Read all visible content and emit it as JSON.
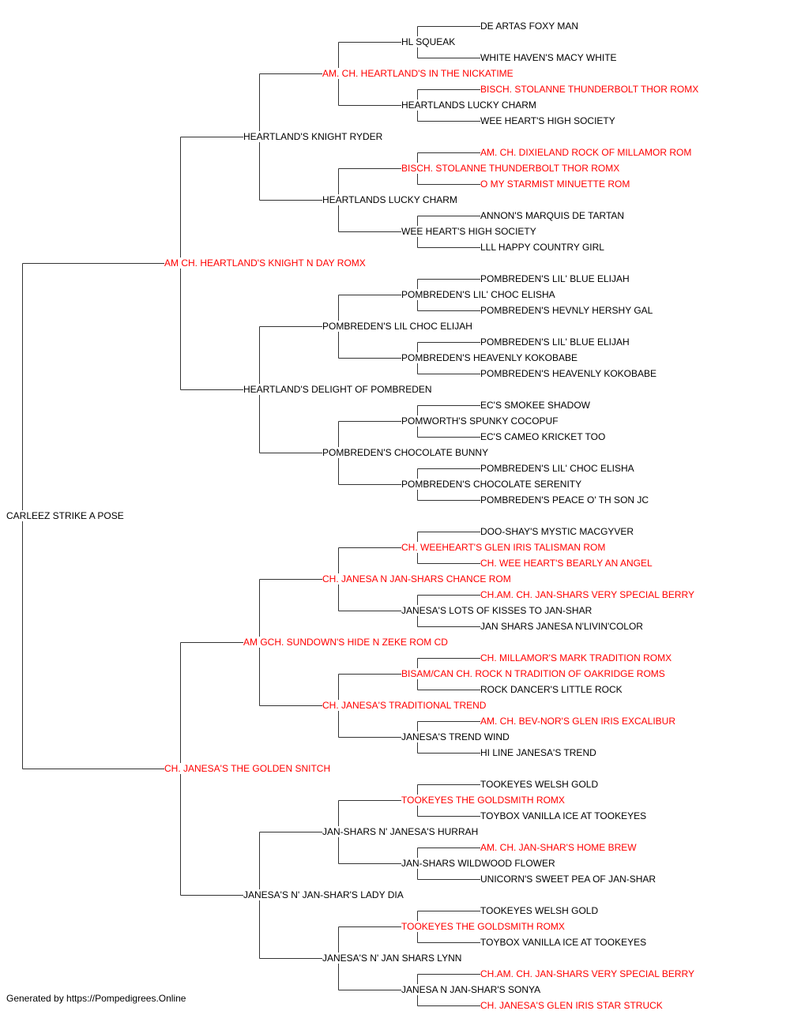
{
  "colors": {
    "titled": "#ff0000",
    "plain": "#000000",
    "line": "#333333"
  },
  "pedigree": {
    "name": "CARLEEZ STRIKE A POSE",
    "titled": false,
    "sire": {
      "name": "AM CH. HEARTLAND'S KNIGHT N DAY ROMX",
      "titled": true,
      "sire": {
        "name": "HEARTLAND'S KNIGHT RYDER",
        "titled": false,
        "sire": {
          "name": "AM. CH. HEARTLAND'S IN THE NICKATIME",
          "titled": true,
          "sire": {
            "name": "HL SQUEAK",
            "titled": false,
            "sire": {
              "name": "DE ARTAS FOXY MAN",
              "titled": false
            },
            "dam": {
              "name": "WHITE HAVEN'S MACY WHITE",
              "titled": false
            }
          },
          "dam": {
            "name": "HEARTLANDS LUCKY CHARM",
            "titled": false,
            "sire": {
              "name": "BISCH. STOLANNE THUNDERBOLT THOR ROMX",
              "titled": true
            },
            "dam": {
              "name": "WEE HEART'S HIGH SOCIETY",
              "titled": false
            }
          }
        },
        "dam": {
          "name": "HEARTLANDS LUCKY CHARM",
          "titled": false,
          "sire": {
            "name": "BISCH. STOLANNE THUNDERBOLT THOR ROMX",
            "titled": true,
            "sire": {
              "name": "AM. CH. DIXIELAND ROCK OF MILLAMOR ROM",
              "titled": true
            },
            "dam": {
              "name": "O MY STARMIST MINUETTE ROM",
              "titled": true
            }
          },
          "dam": {
            "name": "WEE HEART'S HIGH SOCIETY",
            "titled": false,
            "sire": {
              "name": "ANNON'S MARQUIS DE TARTAN",
              "titled": false
            },
            "dam": {
              "name": "LLL HAPPY COUNTRY GIRL",
              "titled": false
            }
          }
        }
      },
      "dam": {
        "name": "HEARTLAND'S DELIGHT OF POMBREDEN",
        "titled": false,
        "sire": {
          "name": "POMBREDEN'S LIL CHOC ELIJAH",
          "titled": false,
          "sire": {
            "name": "POMBREDEN'S LIL' CHOC ELISHA",
            "titled": false,
            "sire": {
              "name": "POMBREDEN'S LIL' BLUE ELIJAH",
              "titled": false
            },
            "dam": {
              "name": "POMBREDEN'S HEVNLY HERSHY GAL",
              "titled": false
            }
          },
          "dam": {
            "name": "POMBREDEN'S HEAVENLY KOKOBABE",
            "titled": false,
            "sire": {
              "name": "POMBREDEN'S LIL' BLUE ELIJAH",
              "titled": false
            },
            "dam": {
              "name": "POMBREDEN'S HEAVENLY KOKOBABE",
              "titled": false
            }
          }
        },
        "dam": {
          "name": "POMBREDEN'S CHOCOLATE BUNNY",
          "titled": false,
          "sire": {
            "name": "POMWORTH'S SPUNKY COCOPUF",
            "titled": false,
            "sire": {
              "name": "EC'S SMOKEE SHADOW",
              "titled": false
            },
            "dam": {
              "name": "EC'S CAMEO KRICKET TOO",
              "titled": false
            }
          },
          "dam": {
            "name": "POMBREDEN'S CHOCOLATE SERENITY",
            "titled": false,
            "sire": {
              "name": "POMBREDEN'S LIL' CHOC ELISHA",
              "titled": false
            },
            "dam": {
              "name": "POMBREDEN'S PEACE O' TH SON JC",
              "titled": false
            }
          }
        }
      }
    },
    "dam": {
      "name": "CH. JANESA'S THE GOLDEN SNITCH",
      "titled": true,
      "sire": {
        "name": "AM GCH. SUNDOWN'S HIDE N ZEKE ROM CD",
        "titled": true,
        "sire": {
          "name": "CH. JANESA N JAN-SHARS CHANCE ROM",
          "titled": true,
          "sire": {
            "name": "CH. WEEHEART'S GLEN IRIS TALISMAN ROM",
            "titled": true,
            "sire": {
              "name": "DOO-SHAY'S MYSTIC MACGYVER",
              "titled": false
            },
            "dam": {
              "name": "CH. WEE HEART'S BEARLY AN ANGEL",
              "titled": true
            }
          },
          "dam": {
            "name": "JANESA'S LOTS OF KISSES TO JAN-SHAR",
            "titled": false,
            "sire": {
              "name": "CH.AM. CH. JAN-SHARS VERY SPECIAL BERRY",
              "titled": true
            },
            "dam": {
              "name": "JAN SHARS JANESA N'LIVIN'COLOR",
              "titled": false
            }
          }
        },
        "dam": {
          "name": "CH. JANESA'S TRADITIONAL TREND",
          "titled": true,
          "sire": {
            "name": "BISAM/CAN CH. ROCK N TRADITION OF OAKRIDGE ROMS",
            "titled": true,
            "sire": {
              "name": "CH. MILLAMOR'S MARK TRADITION ROMX",
              "titled": true
            },
            "dam": {
              "name": "ROCK DANCER'S LITTLE ROCK",
              "titled": false
            }
          },
          "dam": {
            "name": "JANESA'S TREND WIND",
            "titled": false,
            "sire": {
              "name": "AM. CH. BEV-NOR'S GLEN IRIS EXCALIBUR",
              "titled": true
            },
            "dam": {
              "name": "HI LINE JANESA'S TREND",
              "titled": false
            }
          }
        }
      },
      "dam": {
        "name": "JANESA'S N' JAN-SHAR'S LADY DIA",
        "titled": false,
        "sire": {
          "name": "JAN-SHARS N' JANESA'S HURRAH",
          "titled": false,
          "sire": {
            "name": "TOOKEYES THE GOLDSMITH ROMX",
            "titled": true,
            "sire": {
              "name": "TOOKEYES WELSH GOLD",
              "titled": false
            },
            "dam": {
              "name": "TOYBOX VANILLA ICE AT TOOKEYES",
              "titled": false
            }
          },
          "dam": {
            "name": "JAN-SHARS WILDWOOD FLOWER",
            "titled": false,
            "sire": {
              "name": "AM. CH. JAN-SHAR'S HOME BREW",
              "titled": true
            },
            "dam": {
              "name": "UNICORN'S SWEET PEA OF JAN-SHAR",
              "titled": false
            }
          }
        },
        "dam": {
          "name": "JANESA'S N' JAN SHARS LYNN",
          "titled": false,
          "sire": {
            "name": "TOOKEYES THE GOLDSMITH ROMX",
            "titled": true,
            "sire": {
              "name": "TOOKEYES WELSH GOLD",
              "titled": false
            },
            "dam": {
              "name": "TOYBOX VANILLA ICE AT TOOKEYES",
              "titled": false
            }
          },
          "dam": {
            "name": "JANESA N JAN-SHAR'S SONYA",
            "titled": false,
            "sire": {
              "name": "CH.AM. CH. JAN-SHARS VERY SPECIAL BERRY",
              "titled": true
            },
            "dam": {
              "name": "CH. JANESA'S GLEN IRIS STAR STRUCK",
              "titled": true
            }
          }
        }
      }
    }
  },
  "footer": {
    "text": "Generated by https://Pompedigrees.Online"
  }
}
